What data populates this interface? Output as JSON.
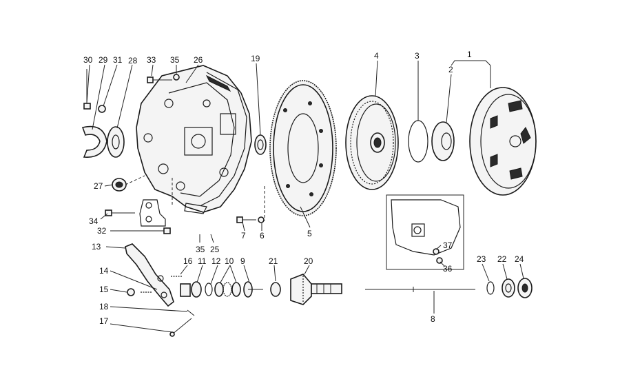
{
  "callouts": [
    {
      "id": "c1",
      "text": "1"
    },
    {
      "id": "c2",
      "text": "2"
    },
    {
      "id": "c3",
      "text": "3"
    },
    {
      "id": "c4",
      "text": "4"
    },
    {
      "id": "c5",
      "text": "5"
    },
    {
      "id": "c6",
      "text": "6"
    },
    {
      "id": "c7",
      "text": "7"
    },
    {
      "id": "c8",
      "text": "8"
    },
    {
      "id": "c9",
      "text": "9"
    },
    {
      "id": "c10",
      "text": "10"
    },
    {
      "id": "c11",
      "text": "11"
    },
    {
      "id": "c12",
      "text": "12"
    },
    {
      "id": "c13",
      "text": "13"
    },
    {
      "id": "c14",
      "text": "14"
    },
    {
      "id": "c15",
      "text": "15"
    },
    {
      "id": "c16",
      "text": "16"
    },
    {
      "id": "c17",
      "text": "17"
    },
    {
      "id": "c18",
      "text": "18"
    },
    {
      "id": "c19",
      "text": "19"
    },
    {
      "id": "c20",
      "text": "20"
    },
    {
      "id": "c21",
      "text": "21"
    },
    {
      "id": "c22",
      "text": "22"
    },
    {
      "id": "c23",
      "text": "23"
    },
    {
      "id": "c24",
      "text": "24"
    },
    {
      "id": "c25",
      "text": "25"
    },
    {
      "id": "c26",
      "text": "26"
    },
    {
      "id": "c27",
      "text": "27"
    },
    {
      "id": "c28",
      "text": "28"
    },
    {
      "id": "c29",
      "text": "29"
    },
    {
      "id": "c30",
      "text": "30"
    },
    {
      "id": "c31",
      "text": "31"
    },
    {
      "id": "c32",
      "text": "32"
    },
    {
      "id": "c33",
      "text": "33"
    },
    {
      "id": "c34",
      "text": "34"
    },
    {
      "id": "c35a",
      "text": "35"
    },
    {
      "id": "c35b",
      "text": "35"
    },
    {
      "id": "c36",
      "text": "36"
    },
    {
      "id": "c37",
      "text": "37"
    }
  ]
}
